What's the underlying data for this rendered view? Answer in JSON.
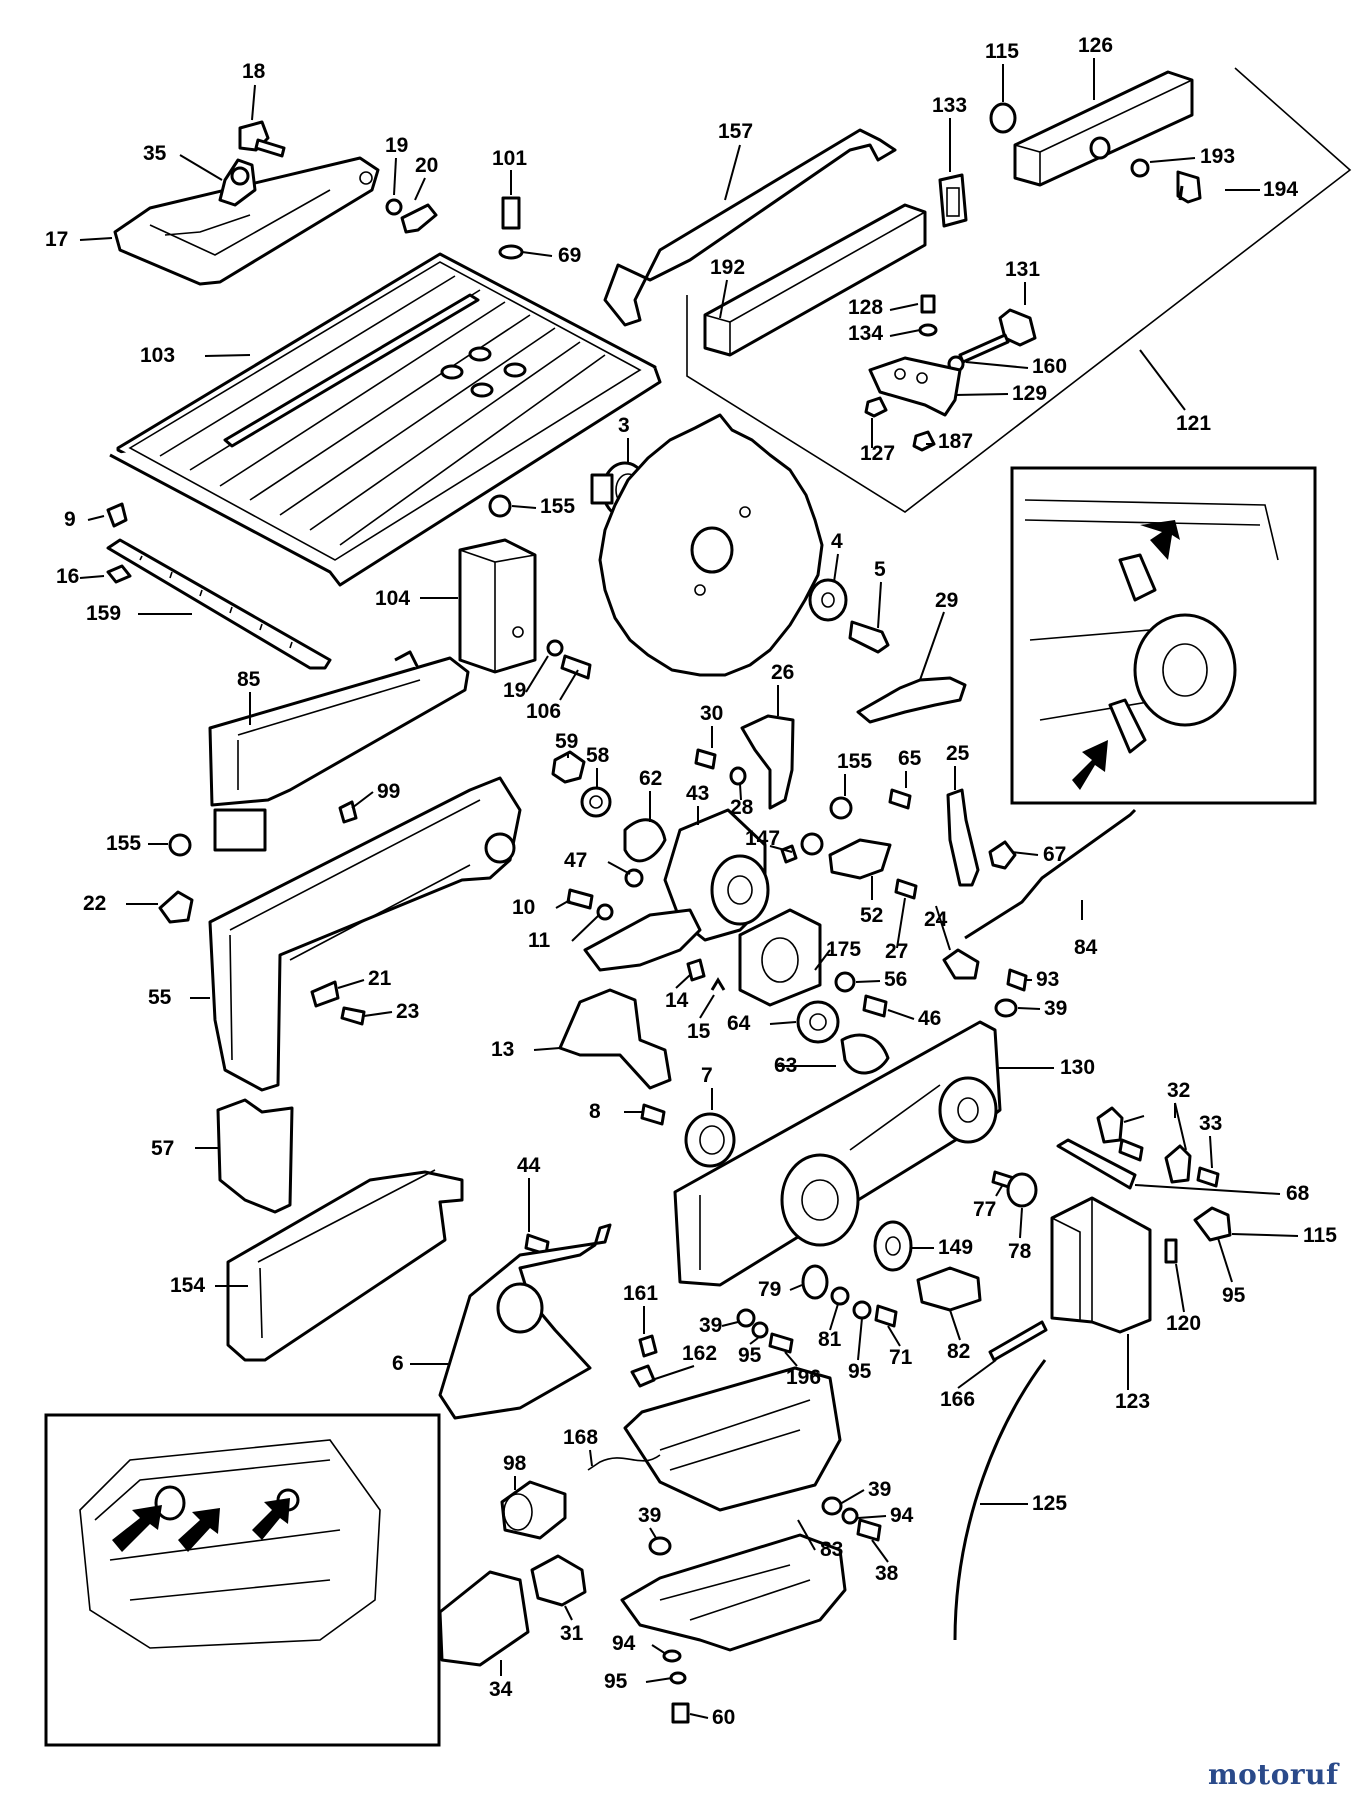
{
  "callouts": [
    {
      "id": "l18",
      "text": "18"
    },
    {
      "id": "l35",
      "text": "35"
    },
    {
      "id": "l17",
      "text": "17"
    },
    {
      "id": "l19a",
      "text": "19"
    },
    {
      "id": "l20",
      "text": "20"
    },
    {
      "id": "l101",
      "text": "101"
    },
    {
      "id": "l69",
      "text": "69"
    },
    {
      "id": "l103",
      "text": "103"
    },
    {
      "id": "l157",
      "text": "157"
    },
    {
      "id": "l133",
      "text": "133"
    },
    {
      "id": "l115a",
      "text": "115"
    },
    {
      "id": "l126",
      "text": "126"
    },
    {
      "id": "l193",
      "text": "193"
    },
    {
      "id": "l194",
      "text": "194"
    },
    {
      "id": "l192",
      "text": "192"
    },
    {
      "id": "l131",
      "text": "131"
    },
    {
      "id": "l128",
      "text": "128"
    },
    {
      "id": "l134",
      "text": "134"
    },
    {
      "id": "l160",
      "text": "160"
    },
    {
      "id": "l129",
      "text": "129"
    },
    {
      "id": "l121",
      "text": "121"
    },
    {
      "id": "l127",
      "text": "127"
    },
    {
      "id": "l187",
      "text": "187"
    },
    {
      "id": "l3",
      "text": "3"
    },
    {
      "id": "l155a",
      "text": "155"
    },
    {
      "id": "l9",
      "text": "9"
    },
    {
      "id": "l16",
      "text": "16"
    },
    {
      "id": "l159",
      "text": "159"
    },
    {
      "id": "l104",
      "text": "104"
    },
    {
      "id": "l4",
      "text": "4"
    },
    {
      "id": "l5",
      "text": "5"
    },
    {
      "id": "l29",
      "text": "29"
    },
    {
      "id": "l85",
      "text": "85"
    },
    {
      "id": "l19b",
      "text": "19"
    },
    {
      "id": "l106",
      "text": "106"
    },
    {
      "id": "l26",
      "text": "26"
    },
    {
      "id": "l30",
      "text": "30"
    },
    {
      "id": "l59",
      "text": "59"
    },
    {
      "id": "l58",
      "text": "58"
    },
    {
      "id": "l62",
      "text": "62"
    },
    {
      "id": "l43",
      "text": "43"
    },
    {
      "id": "l28",
      "text": "28"
    },
    {
      "id": "l155b",
      "text": "155"
    },
    {
      "id": "l65",
      "text": "65"
    },
    {
      "id": "l25",
      "text": "25"
    },
    {
      "id": "l99",
      "text": "99"
    },
    {
      "id": "l155c",
      "text": "155"
    },
    {
      "id": "l147",
      "text": "147"
    },
    {
      "id": "l67",
      "text": "67"
    },
    {
      "id": "l47",
      "text": "47"
    },
    {
      "id": "l22",
      "text": "22"
    },
    {
      "id": "l10",
      "text": "10"
    },
    {
      "id": "l11",
      "text": "11"
    },
    {
      "id": "l52",
      "text": "52"
    },
    {
      "id": "l27",
      "text": "27"
    },
    {
      "id": "l175",
      "text": "175"
    },
    {
      "id": "l24",
      "text": "24"
    },
    {
      "id": "l84",
      "text": "84"
    },
    {
      "id": "l21",
      "text": "21"
    },
    {
      "id": "l55",
      "text": "55"
    },
    {
      "id": "l23",
      "text": "23"
    },
    {
      "id": "l14",
      "text": "14"
    },
    {
      "id": "l15",
      "text": "15"
    },
    {
      "id": "l56",
      "text": "56"
    },
    {
      "id": "l93",
      "text": "93"
    },
    {
      "id": "l46",
      "text": "46"
    },
    {
      "id": "l39a",
      "text": "39"
    },
    {
      "id": "l13",
      "text": "13"
    },
    {
      "id": "l64",
      "text": "64"
    },
    {
      "id": "l130",
      "text": "130"
    },
    {
      "id": "l63",
      "text": "63"
    },
    {
      "id": "l7",
      "text": "7"
    },
    {
      "id": "l32",
      "text": "32"
    },
    {
      "id": "l8",
      "text": "8"
    },
    {
      "id": "l33",
      "text": "33"
    },
    {
      "id": "l57",
      "text": "57"
    },
    {
      "id": "l68",
      "text": "68"
    },
    {
      "id": "l44",
      "text": "44"
    },
    {
      "id": "l77",
      "text": "77"
    },
    {
      "id": "l115b",
      "text": "115"
    },
    {
      "id": "l149",
      "text": "149"
    },
    {
      "id": "l78",
      "text": "78"
    },
    {
      "id": "l154",
      "text": "154"
    },
    {
      "id": "l95a",
      "text": "95"
    },
    {
      "id": "l161",
      "text": "161"
    },
    {
      "id": "l79",
      "text": "79"
    },
    {
      "id": "l120",
      "text": "120"
    },
    {
      "id": "l39b",
      "text": "39"
    },
    {
      "id": "l81",
      "text": "81"
    },
    {
      "id": "l71",
      "text": "71"
    },
    {
      "id": "l95b",
      "text": "95"
    },
    {
      "id": "l95c",
      "text": "95"
    },
    {
      "id": "l82",
      "text": "82"
    },
    {
      "id": "l6",
      "text": "6"
    },
    {
      "id": "l162",
      "text": "162"
    },
    {
      "id": "l196",
      "text": "196"
    },
    {
      "id": "l166",
      "text": "166"
    },
    {
      "id": "l123",
      "text": "123"
    },
    {
      "id": "l168",
      "text": "168"
    },
    {
      "id": "l98",
      "text": "98"
    },
    {
      "id": "l39c",
      "text": "39"
    },
    {
      "id": "l94a",
      "text": "94"
    },
    {
      "id": "l125",
      "text": "125"
    },
    {
      "id": "l39d",
      "text": "39"
    },
    {
      "id": "l83",
      "text": "83"
    },
    {
      "id": "l38",
      "text": "38"
    },
    {
      "id": "l31",
      "text": "31"
    },
    {
      "id": "l94b",
      "text": "94"
    },
    {
      "id": "l34",
      "text": "34"
    },
    {
      "id": "l95d",
      "text": "95"
    },
    {
      "id": "l60",
      "text": "60"
    }
  ],
  "watermark": "motoruf"
}
